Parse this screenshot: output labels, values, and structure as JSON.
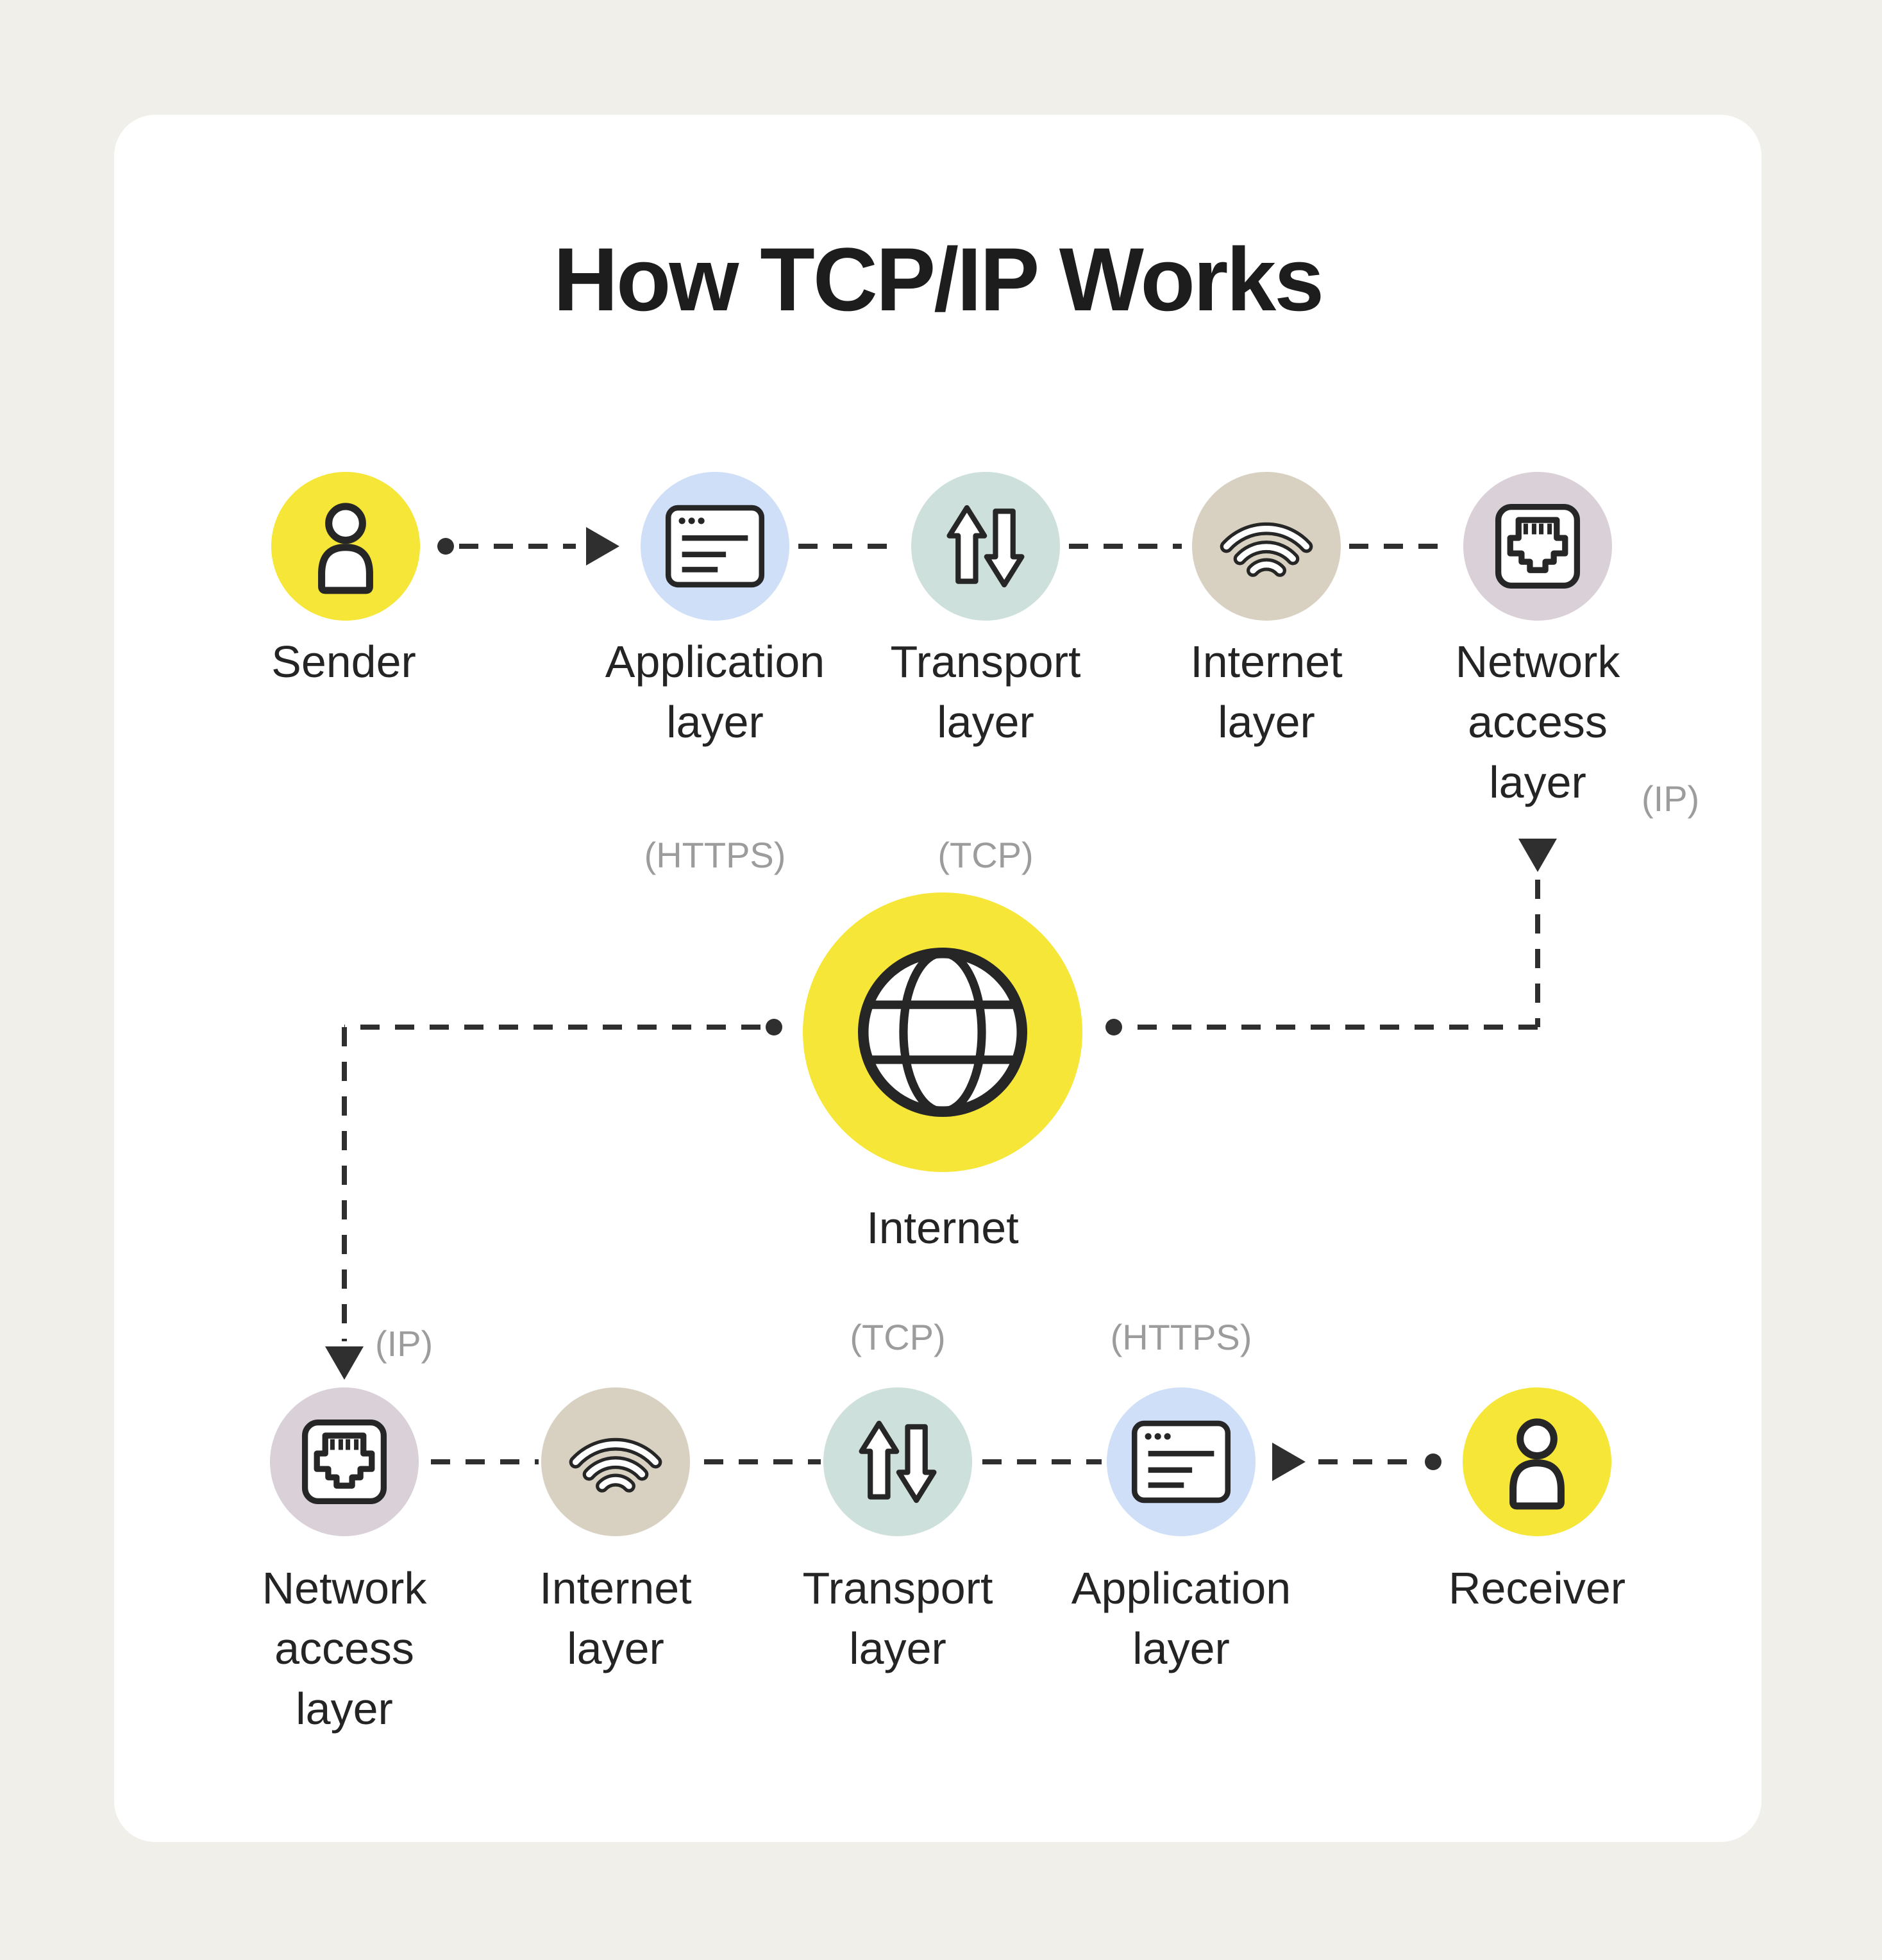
{
  "title": "How TCP/IP Works",
  "colors": {
    "page_bg": "#F1EFE9",
    "card_bg": "#FFFFFF",
    "yellow": "#F6E637",
    "blue": "#CFDFF7",
    "teal": "#CDE0DB",
    "tan": "#D8D1C1",
    "mauve": "#DAD0D7",
    "ink": "#262626",
    "line": "#2F2F2F",
    "muted": "#9C9C9C"
  },
  "top_row": {
    "sender": {
      "label": "Sender",
      "icon": "person-icon"
    },
    "application": {
      "lines": [
        "Application",
        "layer"
      ],
      "protocol": "(HTTPS)",
      "icon": "browser-window-icon"
    },
    "transport": {
      "lines": [
        "Transport",
        "layer"
      ],
      "protocol": "(TCP)",
      "icon": "up-down-arrows-icon"
    },
    "internet_layer": {
      "lines": [
        "Internet",
        "layer"
      ],
      "icon": "wifi-icon"
    },
    "network_access": {
      "lines": [
        "Network",
        "access",
        "layer"
      ],
      "protocol": "(IP)",
      "icon": "ethernet-port-icon"
    }
  },
  "hub": {
    "internet": {
      "label": "Internet",
      "icon": "globe-icon"
    }
  },
  "bottom_row": {
    "network_access": {
      "lines": [
        "Network",
        "access",
        "layer"
      ],
      "protocol": "(IP)",
      "icon": "ethernet-port-icon"
    },
    "internet_layer": {
      "lines": [
        "Internet",
        "layer"
      ],
      "icon": "wifi-icon"
    },
    "transport": {
      "lines": [
        "Transport",
        "layer"
      ],
      "protocol": "(TCP)",
      "icon": "up-down-arrows-icon"
    },
    "application": {
      "lines": [
        "Application",
        "layer"
      ],
      "protocol": "(HTTPS)",
      "icon": "browser-window-icon"
    },
    "receiver": {
      "label": "Receiver",
      "icon": "person-icon"
    }
  }
}
